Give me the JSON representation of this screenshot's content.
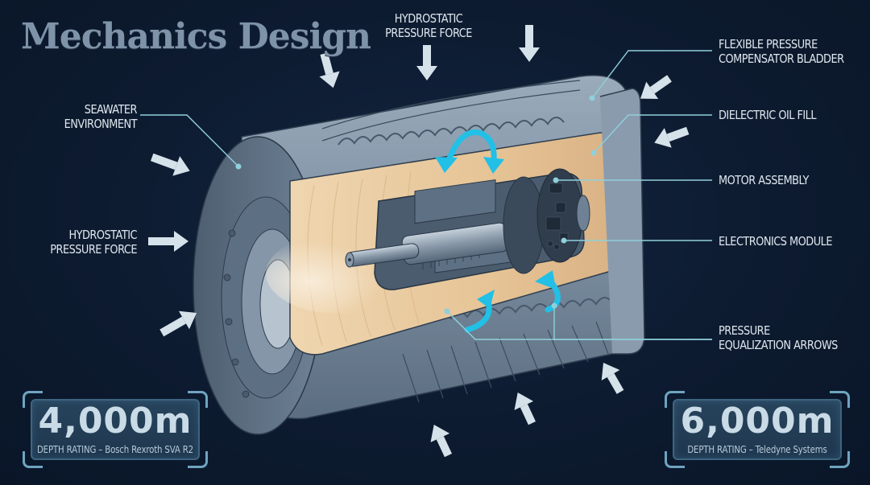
{
  "brand": {
    "logo_text": "Mechanics Design"
  },
  "colors": {
    "background": "#0c1a2e",
    "housing": "#7d8fa1",
    "oil": "#e8c9a0",
    "callout_line": "#8fd0dc",
    "flow_arrow": "#22c0e6",
    "pressure_arrow": "#d5e2ea",
    "badge_fill": "#233d55",
    "badge_border": "#6fa4c0"
  },
  "labels": {
    "top_pressure": {
      "line1": "Hydrostatic",
      "line2": "Pressure Force"
    },
    "seawater": {
      "line1": "Seawater",
      "line2": "Environment"
    },
    "left_pressure": {
      "line1": "Hydrostatic",
      "line2": "Pressure Force"
    },
    "bladder": {
      "line1": "Flexible Pressure",
      "line2": "Compensator Bladder"
    },
    "oil": {
      "line1": "Dielectric Oil Fill"
    },
    "motor": {
      "line1": "Motor Assembly"
    },
    "electronics": {
      "line1": "Electronics Module"
    },
    "equalization": {
      "line1": "Pressure",
      "line2": "Equalization Arrows"
    }
  },
  "badges": [
    {
      "value": "4,000m",
      "caption": "DEPTH RATING – Bosch Rexroth SVA R2"
    },
    {
      "value": "6,000m",
      "caption": "DEPTH RATING – Teledyne Systems"
    }
  ],
  "icons": {
    "pressure_arrows": "arrow-inward-icon",
    "flow_arrows": "curved-arrow-icon",
    "logo_gear": "gear-icon"
  }
}
